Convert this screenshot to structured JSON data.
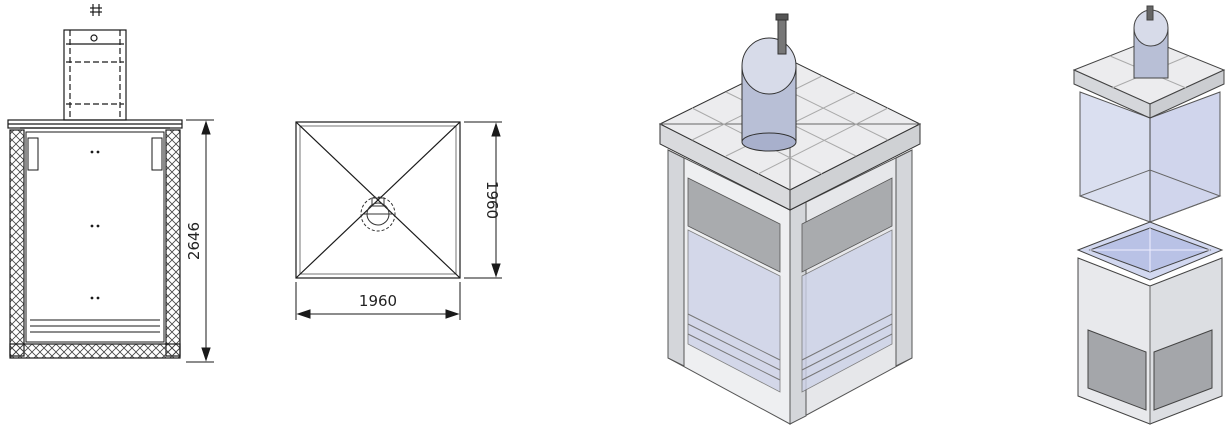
{
  "views": {
    "section": {
      "height_label": "2646"
    },
    "plan": {
      "depth_label": "1960",
      "width_label": "1960"
    }
  },
  "colors": {
    "line": "#1a1a1a",
    "hatch": "#444444",
    "frame_face": "#e9eaec",
    "frame_shade": "#c9cbcf",
    "panel_grey": "#a9abae",
    "glass": "#c7cde6",
    "cylinder": "#b8bfd6"
  }
}
